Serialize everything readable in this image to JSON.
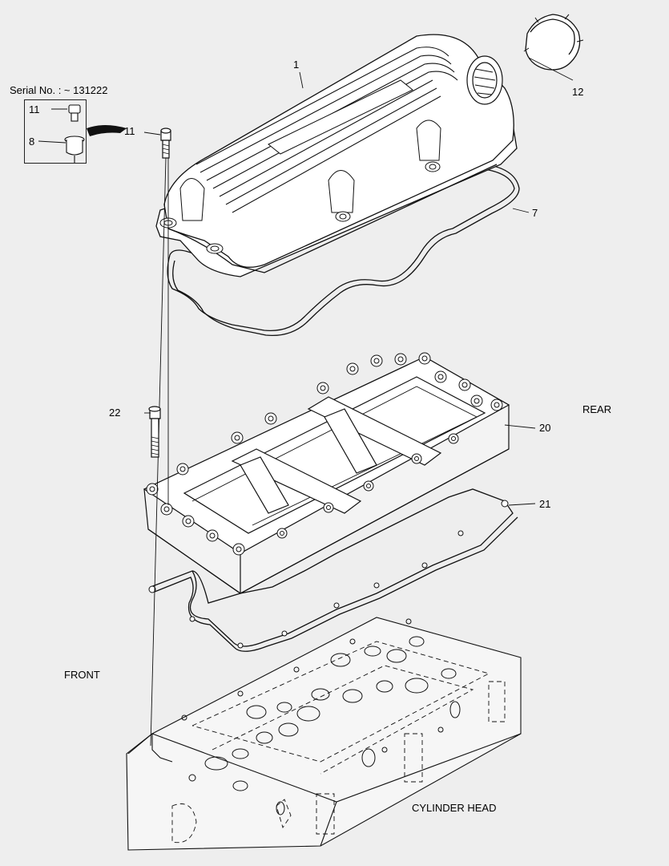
{
  "labels": {
    "serial": "Serial No. : ~ 131222",
    "inset_11": "11",
    "inset_8": "8",
    "part_1": "1",
    "part_12": "12",
    "part_11": "11",
    "part_7": "7",
    "part_22": "22",
    "part_20": "20",
    "part_21": "21",
    "rear": "REAR",
    "front": "FRONT",
    "cylinder_head": "CYLINDER HEAD"
  },
  "colors": {
    "background": "#eeeeee",
    "line": "#111111",
    "fill": "#ffffff"
  }
}
